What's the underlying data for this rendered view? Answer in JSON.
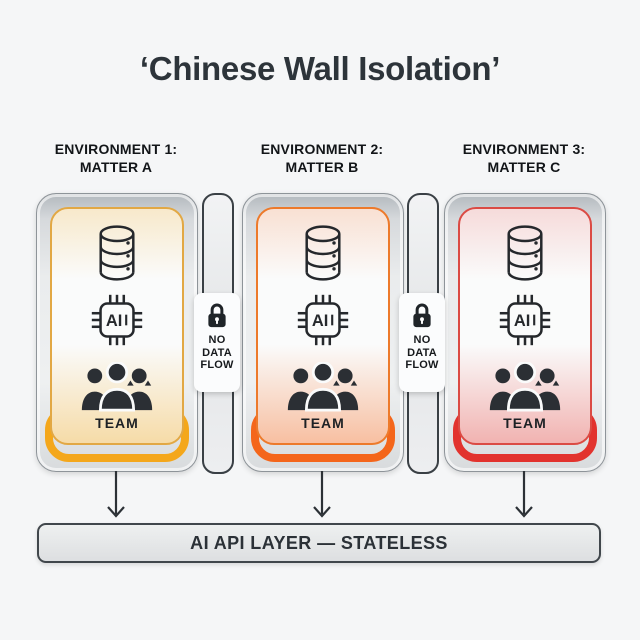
{
  "title": "‘Chinese Wall Isolation’",
  "environments": [
    {
      "header_line1": "ENVIRONMENT 1:",
      "header_line2": "MATTER A",
      "ai_chip_label": "AI",
      "team_label": "TEAM",
      "accent": "#E2A844",
      "ring": "#F4A71B",
      "glow_top": "rgba(240,168,32,0.22)",
      "glow_bottom": "rgba(240,168,32,0.38)"
    },
    {
      "header_line1": "ENVIRONMENT 2:",
      "header_line2": "MATTER B",
      "ai_chip_label": "AI",
      "team_label": "TEAM",
      "accent": "#ED7A2B",
      "ring": "#F4661B",
      "glow_top": "rgba(244,102,27,0.18)",
      "glow_bottom": "rgba(244,102,27,0.40)"
    },
    {
      "header_line1": "ENVIRONMENT 3:",
      "header_line2": "MATTER C",
      "ai_chip_label": "AI",
      "team_label": "TEAM",
      "accent": "#DB4B44",
      "ring": "#E2332E",
      "glow_top": "rgba(226,51,46,0.16)",
      "glow_bottom": "rgba(226,51,46,0.36)"
    }
  ],
  "walls": [
    {
      "line1": "NO",
      "line2": "DATA",
      "line3": "FLOW"
    },
    {
      "line1": "NO",
      "line2": "DATA",
      "line3": "FLOW"
    }
  ],
  "api_layer": {
    "label": "AI API LAYER — STATELESS"
  },
  "colors": {
    "background": "#f5f6f7",
    "title_text": "#2d343a",
    "icon_stroke": "#25282c",
    "wall_border": "#3a4045",
    "bar_border": "#41474c",
    "env1_accent": "#F4A71B",
    "env2_accent": "#F4661B",
    "env3_accent": "#E2332E"
  }
}
